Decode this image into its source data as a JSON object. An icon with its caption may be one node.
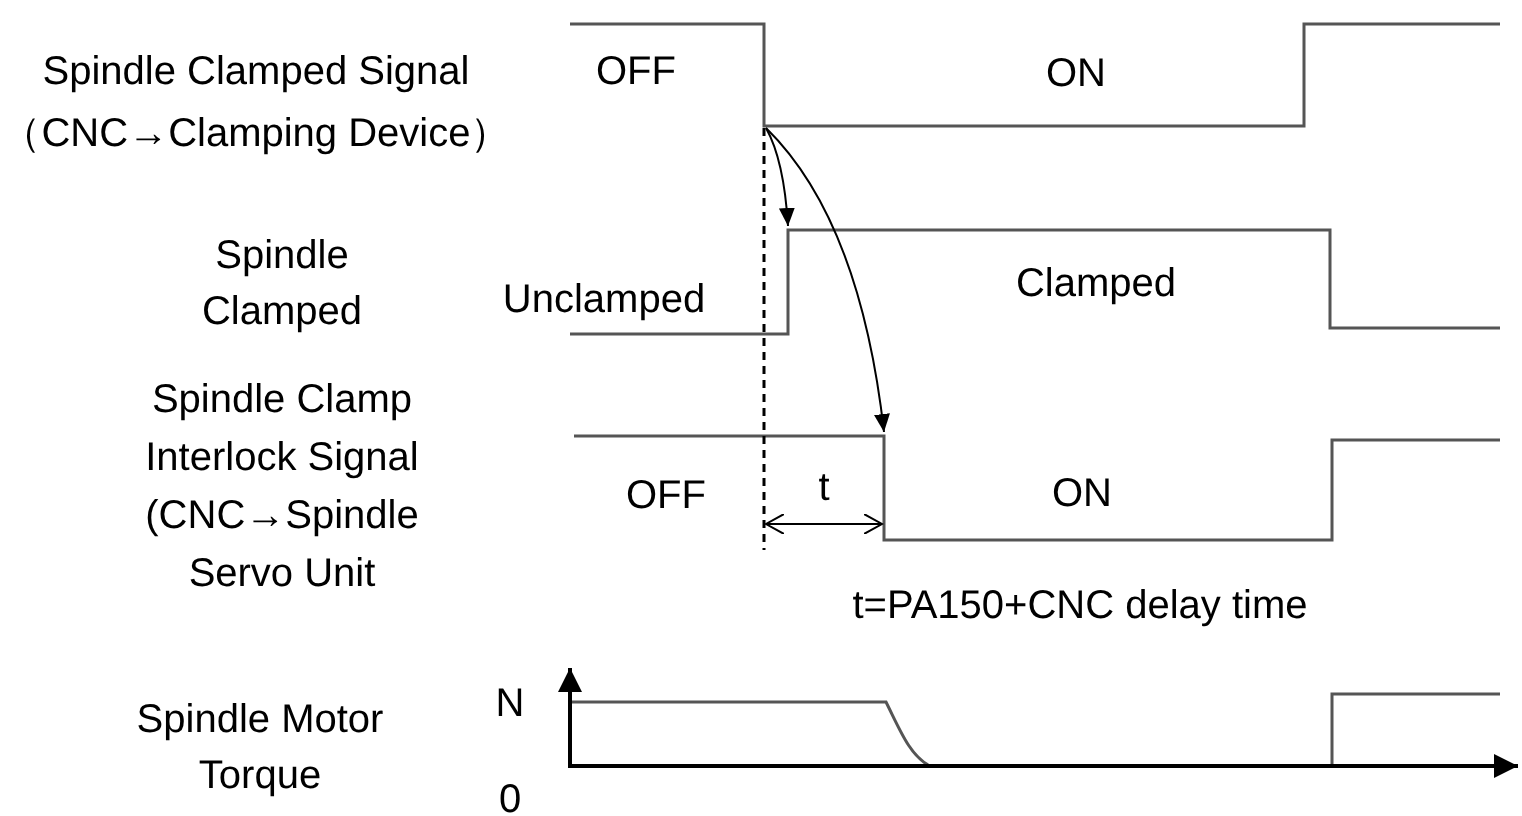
{
  "diagram": {
    "labels": [
      "Spindle Clamped Signal （CNC→Clamping Device）",
      "OFF",
      "ON",
      "Spindle Clamped",
      "Unclamped",
      "Clamped",
      "Spindle Clamp Interlock Signal (CNC→Spindle Servo Unit",
      "OFF",
      "t",
      "ON",
      "t=PA150+CNC delay time",
      "N",
      "Spindle Motor Torque",
      "0"
    ]
  }
}
